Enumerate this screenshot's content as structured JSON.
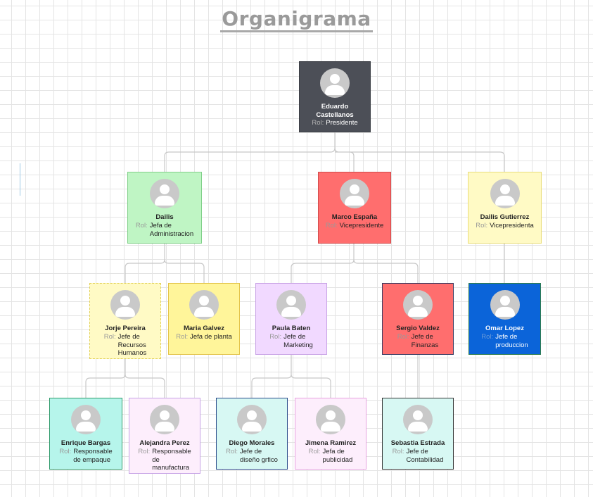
{
  "title": "Organigrama",
  "role_prefix": "Rol:",
  "colors": {
    "dark": "#4c4f57",
    "green": "#bff5c4",
    "red": "#ff6e6e",
    "pale_yellow": "#fffac5",
    "yellow": "#fff59a",
    "lavender": "#f1d9ff",
    "blue": "#0b64d9",
    "teal": "#b6f5eb",
    "pink": "#fdeefc",
    "light_teal": "#d7f8f3",
    "connector": "#c8c8c8"
  },
  "nodes": {
    "eduardo": {
      "name": "Eduardo\nCastellanos",
      "role": "Presidente"
    },
    "dailis": {
      "name": "Dailis",
      "role": "Jefa de\nAdministracion"
    },
    "marco": {
      "name": "Marco España",
      "role": "Vicepresidente"
    },
    "dailis_g": {
      "name": "Dailis Gutierrez",
      "role": "Vicepresidenta"
    },
    "jorje": {
      "name": "Jorje Pereira",
      "role": "Jefe de\nRecursos\nHumanos"
    },
    "maria": {
      "name": "Maria Galvez",
      "role": "Jefa de planta"
    },
    "paula": {
      "name": "Paula Baten",
      "role": "Jefe de\nMarketing"
    },
    "sergio": {
      "name": "Sergio Valdez",
      "role": "Jefe de\nFinanzas"
    },
    "omar": {
      "name": "Omar Lopez",
      "role": "Jefe de\nproduccion"
    },
    "enrique": {
      "name": "Enrique Bargas",
      "role": "Responsable\nde empaque"
    },
    "alejandra": {
      "name": "Alejandra Perez",
      "role": "Responsable\nde\nmanufactura"
    },
    "diego": {
      "name": "Diego Morales",
      "role": "Jefe de\ndiseño grfico"
    },
    "jimena": {
      "name": "Jimena Ramirez",
      "role": "Jefa de\npublicidad"
    },
    "sebastia": {
      "name": "Sebastia Estrada",
      "role": "Jefe de\nContabilidad"
    }
  }
}
